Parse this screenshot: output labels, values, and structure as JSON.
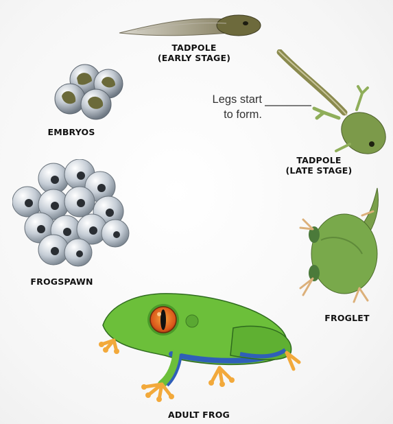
{
  "stages": {
    "tadpole_early": {
      "line1": "TADPOLE",
      "line2": "(EARLY STAGE)"
    },
    "embryos": {
      "label": "EMBRYOS"
    },
    "tadpole_late": {
      "line1": "TADPOLE",
      "line2": "(LATE STAGE)"
    },
    "frogspawn": {
      "label": "FROGSPAWN"
    },
    "froglet": {
      "label": "FROGLET"
    },
    "adult": {
      "label": "ADULT FROG"
    }
  },
  "annotation": {
    "line1": "Legs start",
    "line2": "to form."
  },
  "colors": {
    "frog_green": "#6cbf3a",
    "frog_blue": "#2f5fb8",
    "eye_orange": "#e06a1a",
    "toe_orange": "#f2a93b",
    "egg_gray": "#aab4bf"
  }
}
